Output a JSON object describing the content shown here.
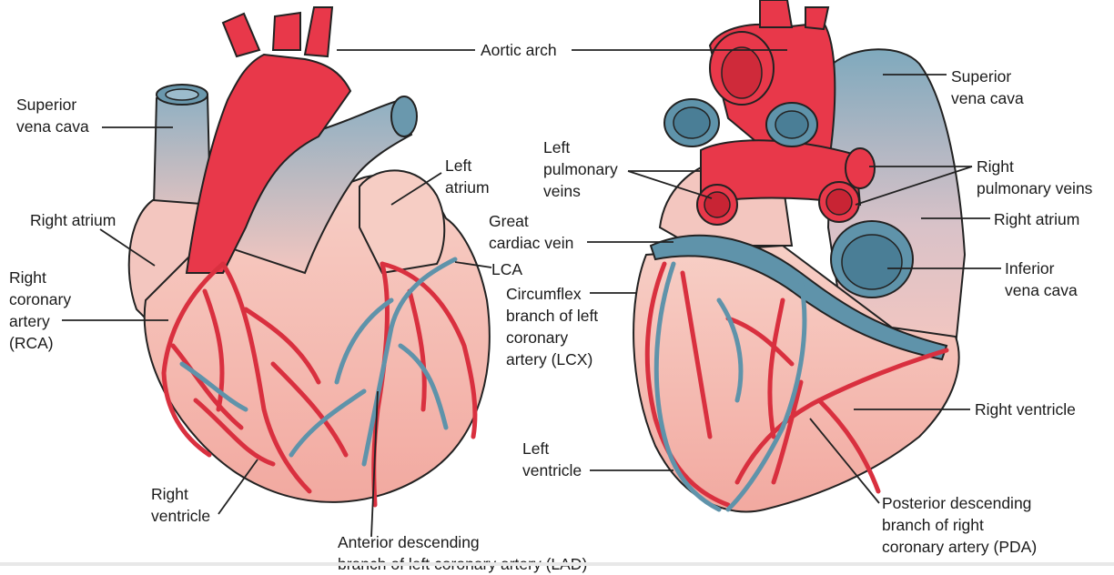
{
  "colors": {
    "artery_red": "#e8384a",
    "vein_blue": "#5f93aa",
    "myocardium_pink": "#f6c9bd",
    "label_line": "#222222"
  },
  "labels": {
    "aortic_arch": [
      "Aortic arch"
    ],
    "svc_left": [
      "Superior",
      "vena cava"
    ],
    "svc_right": [
      "Superior",
      "vena cava"
    ],
    "left_atrium": [
      "Left",
      "atrium"
    ],
    "left_pulm_veins": [
      "Left",
      "pulmonary",
      "veins"
    ],
    "right_pulm_veins": [
      "Right",
      "pulmonary veins"
    ],
    "right_atrium_left": [
      "Right atrium"
    ],
    "right_atrium_right": [
      "Right atrium"
    ],
    "great_cardiac_vein": [
      "Great",
      "cardiac vein"
    ],
    "lca": [
      "LCA"
    ],
    "ivc": [
      "Inferior",
      "vena cava"
    ],
    "rca": [
      "Right",
      "coronary",
      "artery",
      "(RCA)"
    ],
    "lcx": [
      "Circumflex",
      "branch of left",
      "coronary",
      "artery (LCX)"
    ],
    "right_ventricle_right": [
      "Right ventricle"
    ],
    "left_ventricle": [
      "Left",
      "ventricle"
    ],
    "right_ventricle_left": [
      "Right",
      "ventricle"
    ],
    "pda": [
      "Posterior descending",
      "branch of right",
      "coronary artery (PDA)"
    ],
    "lad": [
      "Anterior descending",
      "branch of left coronary artery (LAD)"
    ]
  }
}
